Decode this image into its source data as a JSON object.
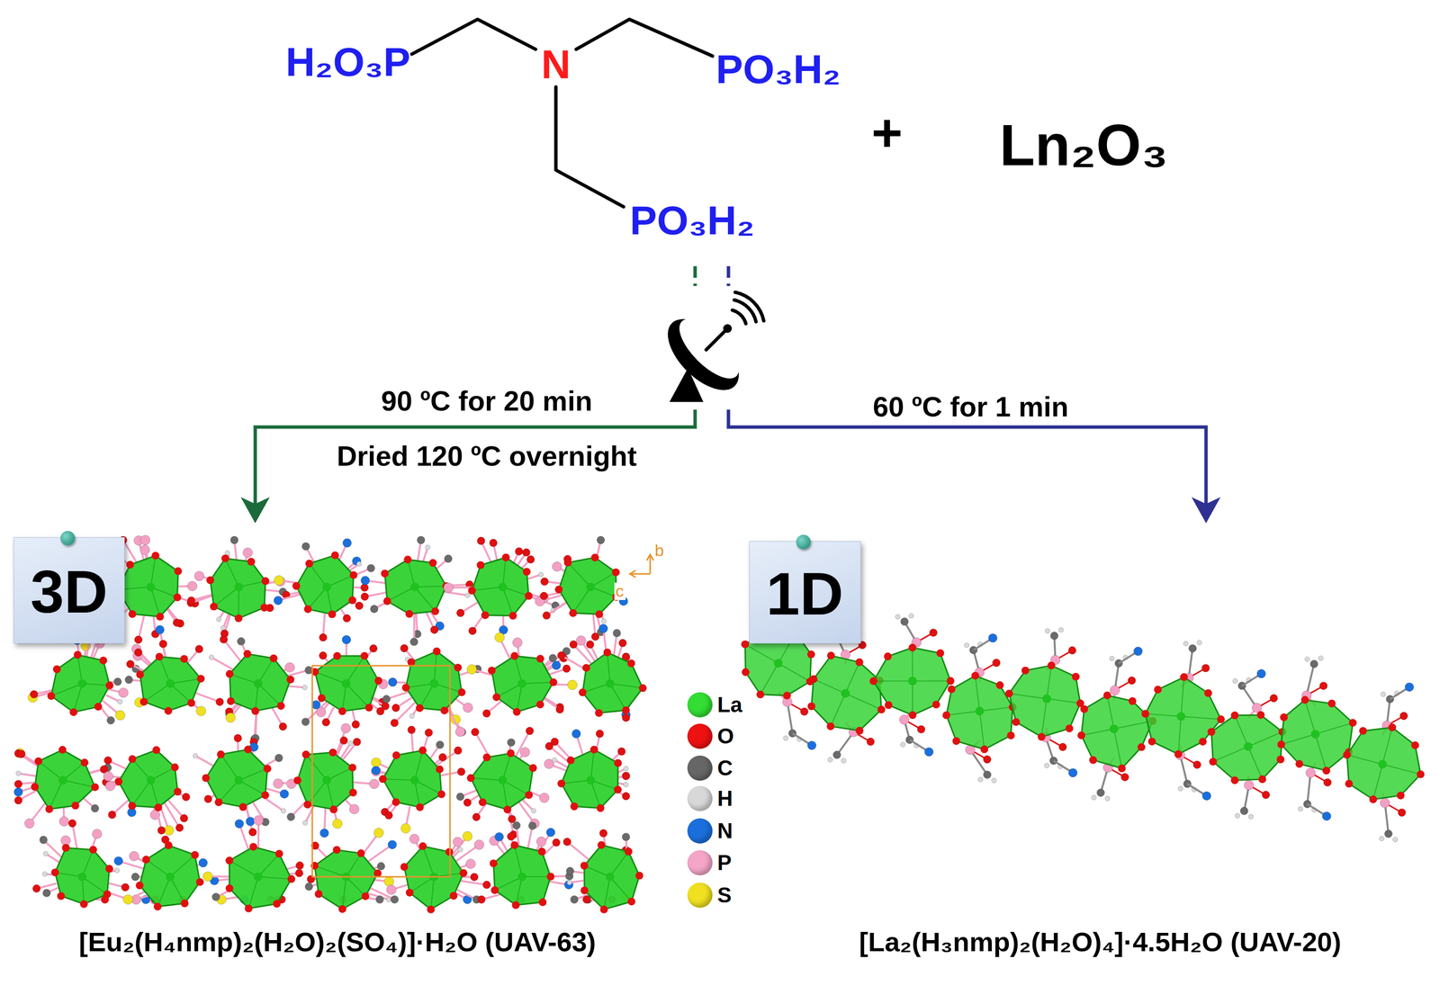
{
  "diagram": {
    "nodes": [
      {
        "text": [
          "H₂O₃P",
          "N",
          "PO₃H₂",
          "PO₃H₂"
        ]
      },
      {
        "text": [
          "[Eu₂(H₄nmp)₂(H₂O)₂(SO₄)]·H₂O (UAV-63)"
        ]
      },
      {
        "text": [
          "3D"
        ],
        "in": 1
      },
      {
        "text": [
          "[La₂(H₃nmp)₂(H₂O)₄]·4.5H₂O (UAV-20)"
        ]
      },
      {
        "text": [
          "1D"
        ],
        "in": 3
      }
    ],
    "edges": [
      {
        "from": 0,
        "to": 1,
        "arrow": "to",
        "label": "90 ºC for 20 min"
      },
      {
        "from": 0,
        "to": 3,
        "arrow": "to",
        "label": "60 ºC for 1 min"
      }
    ],
    "labels": [
      "+",
      "Ln₂O₃",
      "Dried 120 ºC overnight",
      "b",
      "c"
    ],
    "legend": [
      {
        "text": "La",
        "color": "#33dd33"
      },
      {
        "text": "O",
        "color": "#ee1111"
      },
      {
        "text": "C",
        "color": "#666666"
      },
      {
        "text": "H",
        "color": "#d8d8d8"
      },
      {
        "text": "N",
        "color": "#1a6fdd"
      },
      {
        "text": "P",
        "color": "#f4a6c8"
      },
      {
        "text": "S",
        "color": "#f0e020"
      }
    ]
  }
}
